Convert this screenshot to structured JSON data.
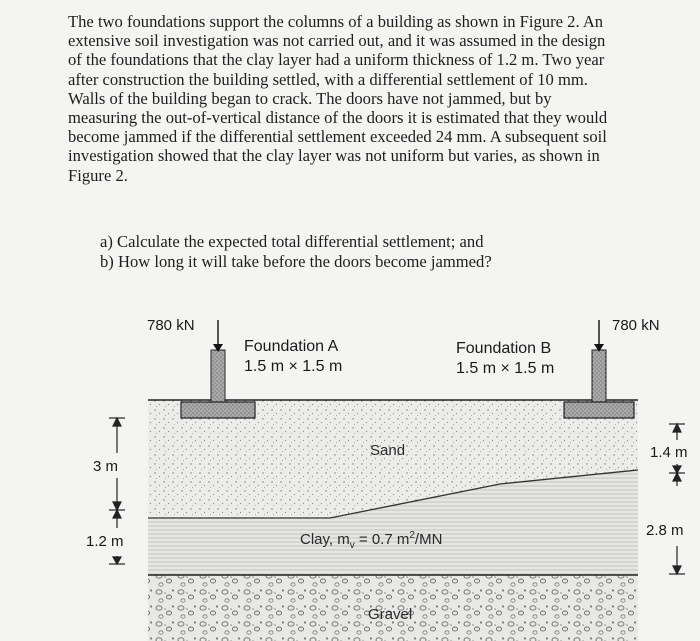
{
  "problem_lines": [
    "The two foundations support the columns of a building as shown in Figure 2. An",
    "extensive soil investigation was not carried out, and it was assumed in the design",
    "of the foundations that the clay layer had a uniform thickness of 1.2 m. Two year",
    "after construction the building settled, with a differential settlement of 10 mm.",
    "Walls of the building began to crack. The doors have not jammed, but by",
    "measuring the out-of-vertical distance of the doors it is estimated that they would",
    "become jammed if the differential settlement exceeded 24 mm. A subsequent soil",
    "investigation showed that the clay layer was not uniform but varies, as shown in",
    "Figure 2."
  ],
  "questions": {
    "a": "a) Calculate the expected total differential settlement; and",
    "b": "b) How long it will take before the doors become jammed?"
  },
  "figure": {
    "load_a": "780 kN",
    "load_b": "780 kN",
    "foundation_a_name": "Foundation A",
    "foundation_a_size": "1.5 m × 1.5 m",
    "foundation_b_name": "Foundation B",
    "foundation_b_size": "1.5 m × 1.5 m",
    "sand_label": "Sand",
    "clay_label": "Clay, m",
    "clay_sub": "v",
    "clay_value": " = 0.7 m",
    "clay_sup": "2",
    "clay_unit": "/MN",
    "gravel_label": "Gravel",
    "dim_left_sand": "3 m",
    "dim_left_clay": "1.2 m",
    "dim_right_sand": "1.4 m",
    "dim_right_clay": "2.8 m"
  }
}
